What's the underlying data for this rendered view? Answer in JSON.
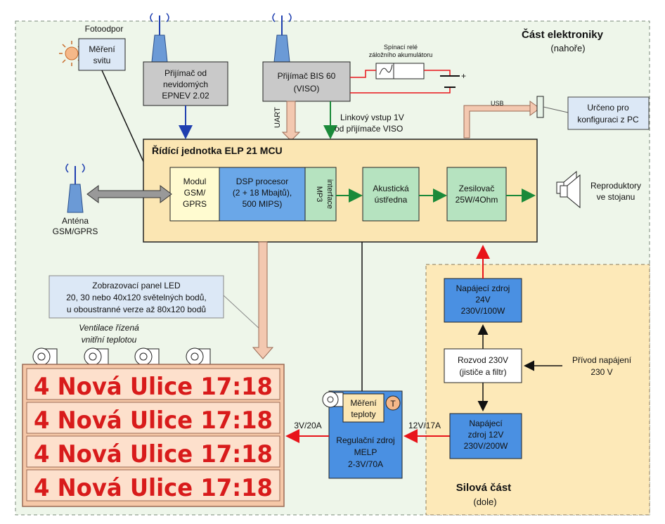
{
  "sections": {
    "electronics_title": "Část elektroniky",
    "electronics_sub": "(nahoře)",
    "power_title": "Silová část",
    "power_sub": "(dole)"
  },
  "blocks": {
    "fotoodpor": "Fotoodpor",
    "mereni_svitu": [
      "Měření",
      "svitu"
    ],
    "epnev": [
      "Přijímač od",
      "nevidomých",
      "EPNEV 2.02"
    ],
    "bis60": [
      "Přijímač BIS 60",
      "(VISO)"
    ],
    "rele": [
      "Spínací relé",
      "záložního akumulátoru"
    ],
    "usb": "USB",
    "config": [
      "Určeno pro",
      "konfiguraci z PC"
    ],
    "uart": "UART",
    "linkovy": [
      "Linkový vstup 1V",
      "od přijímače VISO"
    ],
    "mcu_title": "Řídící jednotka ELP 21 MCU",
    "gsm": [
      "Modul",
      "GSM/",
      "GPRS"
    ],
    "dsp": [
      "DSP procesor",
      "(2 + 18 Mbajtů),",
      "500 MIPS)"
    ],
    "mp3": [
      "MP3",
      "interface"
    ],
    "akusticka": [
      "Akustická",
      "ústředna"
    ],
    "zesilovac": [
      "Zesilovač",
      "25W/4Ohm"
    ],
    "reproduktory": [
      "Reproduktory",
      "ve stojanu"
    ],
    "antena": [
      "Anténa",
      "GSM/GPRS"
    ],
    "led_info": [
      "Zobrazovací panel LED",
      "20, 30 nebo 40x120 světelných bodů,",
      "u oboustranné verze až 80x120 bodů"
    ],
    "ventilace": [
      "Ventilace řízená",
      "vnitřní teplotou"
    ],
    "napajeci24": [
      "Napájecí zdroj",
      "24V",
      "230V/100W"
    ],
    "rozvod": [
      "Rozvod 230V",
      "(jističe a filtr)"
    ],
    "privod": [
      "Přívod napájení",
      "230 V"
    ],
    "napajeci12": [
      "Napájecí",
      "zdroj 12V",
      "230V/200W"
    ],
    "mereni_teploty": [
      "Měření",
      "teploty"
    ],
    "t_badge": "T",
    "regulacni": [
      "Regulační zdroj",
      "MELP",
      "2-3V/70A"
    ],
    "a3_20": "3V/20A",
    "a12_17": "12V/17A"
  },
  "led_rows": [
    "4 Nová Ulice 17:18",
    "4 Nová Ulice 17:18",
    "4 Nová Ulice 17:18",
    "4 Nová Ulice 17:18"
  ],
  "colors": {
    "mcu_fill": "#fbe6b3",
    "power_fill": "#fde9b8",
    "blue_fill": "#4a90e2",
    "green_fill": "#b6e3c0",
    "gray_fill": "#c9c9c9",
    "led_red": "#d81b1b"
  }
}
